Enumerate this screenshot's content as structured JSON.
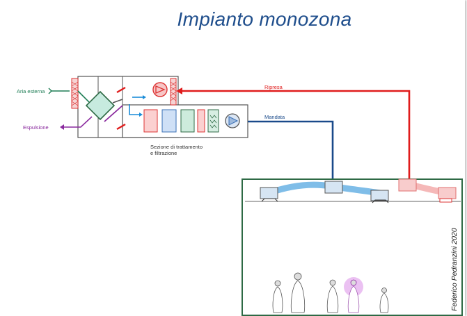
{
  "title": "Impianto monozona",
  "labels": {
    "outdoor_air": "Aria esterna",
    "exhaust": "Espulsione",
    "return_air": "Ripresa",
    "supply_air": "Mandata",
    "treatment_line1": "Sezione di trattamento",
    "treatment_line2": "e filtrazione"
  },
  "credit": "Federico Pedranzini 2020",
  "colors": {
    "title": "#1f4e8c",
    "outdoor_air": "#1e7d55",
    "exhaust": "#8a2a9e",
    "return_air": "#e01b1b",
    "supply_air": "#1a4a8a",
    "room_border": "#2e6a45"
  }
}
